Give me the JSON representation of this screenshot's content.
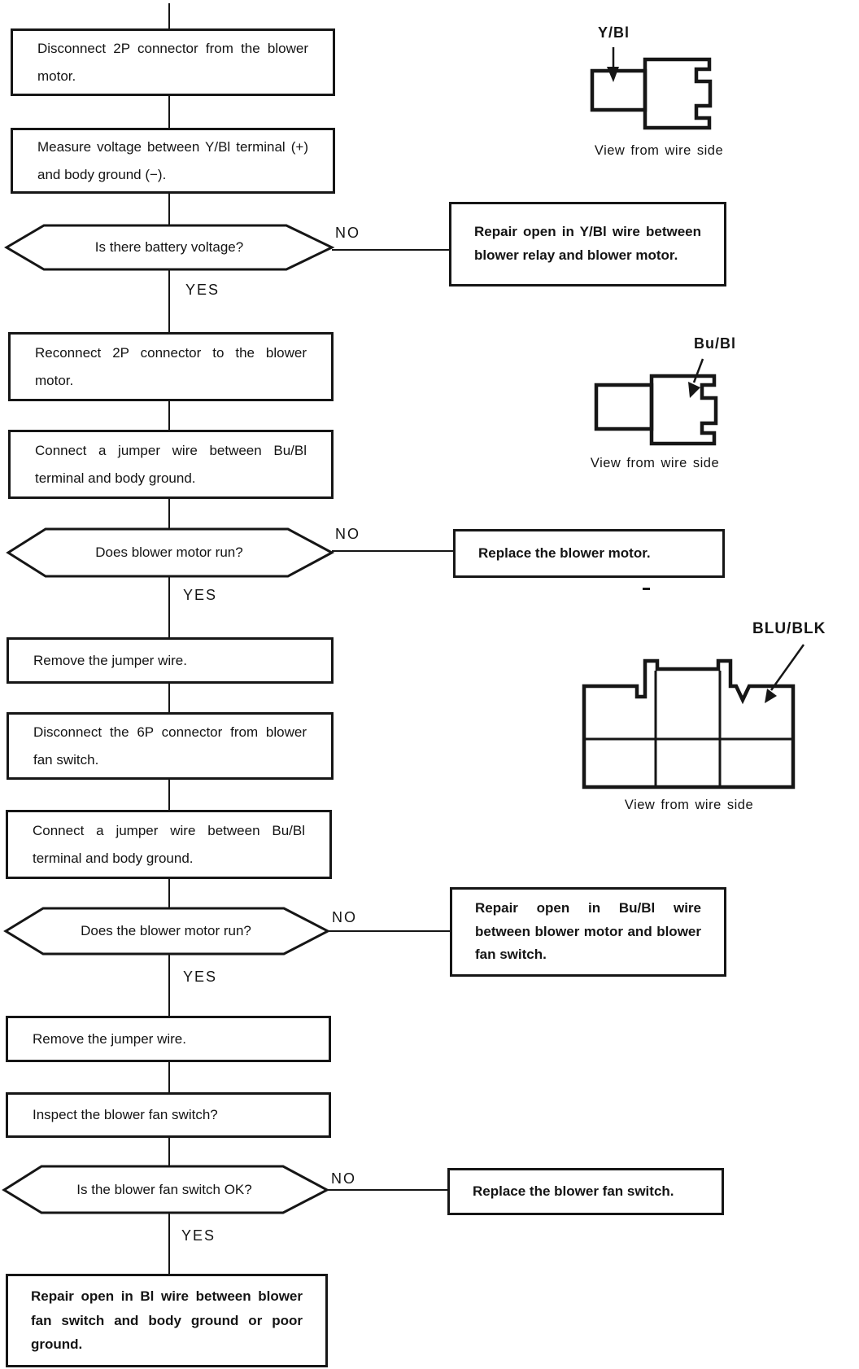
{
  "nodes": {
    "step1": "Disconnect 2P connector from the blower motor.",
    "step2": "Measure voltage between Y/Bl terminal (+) and body ground (−).",
    "decision1": "Is there battery voltage?",
    "action1": "Repair open in Y/Bl wire between blower relay and blower motor.",
    "step3": "Reconnect 2P connector to the blower motor.",
    "step4": "Connect a jumper wire between Bu/Bl terminal and body ground.",
    "decision2": "Does blower motor run?",
    "action2": "Replace the blower motor.",
    "step5": "Remove the jumper wire.",
    "step6": "Disconnect the 6P connector from blower fan switch.",
    "step7": "Connect a jumper wire between Bu/Bl terminal and body ground.",
    "decision3": "Does the blower motor run?",
    "action3": "Repair open in Bu/Bl wire between blower motor and blower fan switch.",
    "step8": "Remove the jumper wire.",
    "step9": "Inspect the blower fan switch?",
    "decision4": "Is the blower fan switch OK?",
    "action4": "Replace the blower fan switch.",
    "step10": "Repair open in Bl wire between blower fan switch and body ground or poor ground."
  },
  "labels": {
    "yes": "YES",
    "no": "NO"
  },
  "connectors": {
    "y_bl": {
      "label": "Y/Bl",
      "caption": "View from wire side"
    },
    "bu_bl": {
      "label": "Bu/Bl",
      "caption": "View from wire side"
    },
    "blu_blk": {
      "label": "BLU/BLK",
      "caption": "View from wire side"
    }
  },
  "colors": {
    "ink": "#141414",
    "paper": "#ffffff"
  }
}
